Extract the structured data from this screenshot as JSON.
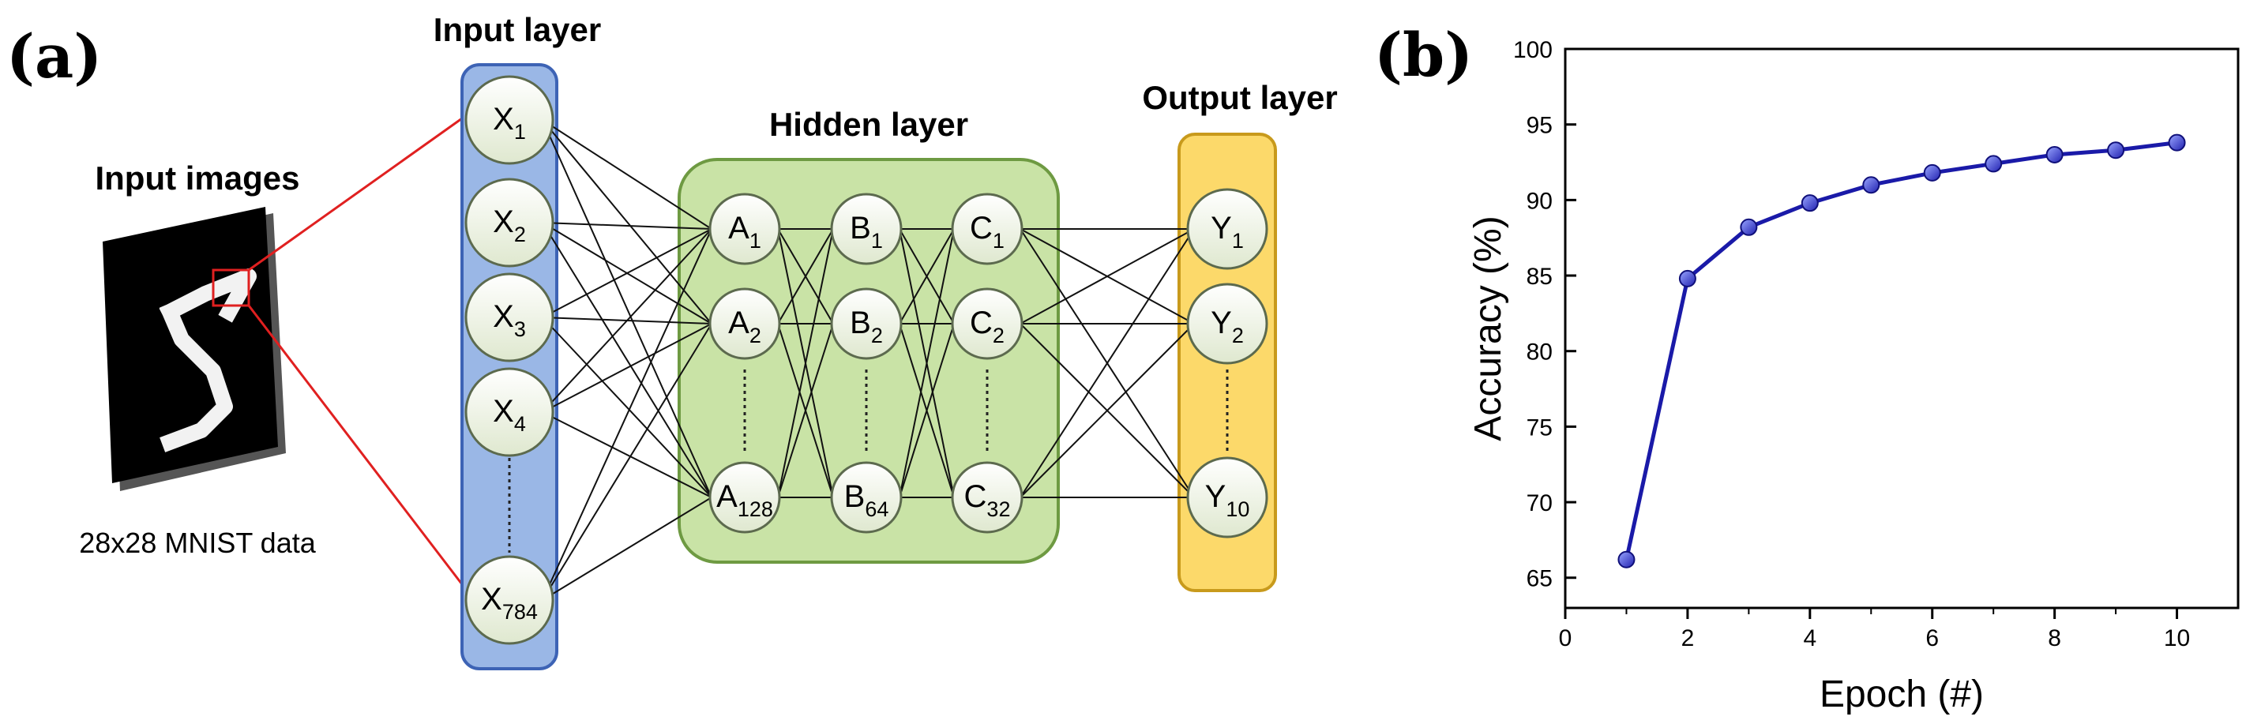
{
  "panel_a": {
    "label": "(a)",
    "input_images": {
      "title": "Input images",
      "caption": "28x28 MNIST data"
    },
    "input_layer": {
      "title": "Input layer",
      "nodes": [
        {
          "base": "X",
          "sub": "1"
        },
        {
          "base": "X",
          "sub": "2"
        },
        {
          "base": "X",
          "sub": "3"
        },
        {
          "base": "X",
          "sub": "4"
        },
        {
          "base": "X",
          "sub": "784"
        }
      ]
    },
    "hidden_layer": {
      "title": "Hidden layer",
      "columns": [
        [
          {
            "base": "A",
            "sub": "1"
          },
          {
            "base": "A",
            "sub": "2"
          },
          {
            "base": "A",
            "sub": "128"
          }
        ],
        [
          {
            "base": "B",
            "sub": "1"
          },
          {
            "base": "B",
            "sub": "2"
          },
          {
            "base": "B",
            "sub": "64"
          }
        ],
        [
          {
            "base": "C",
            "sub": "1"
          },
          {
            "base": "C",
            "sub": "2"
          },
          {
            "base": "C",
            "sub": "32"
          }
        ]
      ]
    },
    "output_layer": {
      "title": "Output layer",
      "nodes": [
        {
          "base": "Y",
          "sub": "1"
        },
        {
          "base": "Y",
          "sub": "2"
        },
        {
          "base": "Y",
          "sub": "10"
        }
      ]
    },
    "colors": {
      "input_fill": "#9ab7e6",
      "input_stroke": "#3d63b5",
      "hidden_fill": "#c9e3a6",
      "hidden_stroke": "#6e9a42",
      "output_fill": "#fcd96a",
      "output_stroke": "#c89a1c",
      "node_fill": "#eef4df",
      "node_stroke": "#5c6a4e",
      "zoom_line": "#e02020"
    }
  },
  "panel_b": {
    "label": "(b)",
    "chart_data": {
      "type": "line",
      "x": [
        1,
        2,
        3,
        4,
        5,
        6,
        7,
        8,
        9,
        10
      ],
      "series": [
        {
          "values": [
            66.2,
            84.8,
            88.2,
            89.8,
            91.0,
            91.8,
            92.4,
            93.0,
            93.3,
            93.8
          ],
          "color": "#1a1aa8"
        }
      ],
      "xlabel": "Epoch (#)",
      "ylabel": "Accuracy (%)",
      "xlim": [
        0,
        11
      ],
      "ylim": [
        63,
        100
      ],
      "xticks": [
        0,
        2,
        4,
        6,
        8,
        10
      ],
      "yticks": [
        65,
        70,
        75,
        80,
        85,
        90,
        95,
        100
      ],
      "grid": false
    }
  }
}
